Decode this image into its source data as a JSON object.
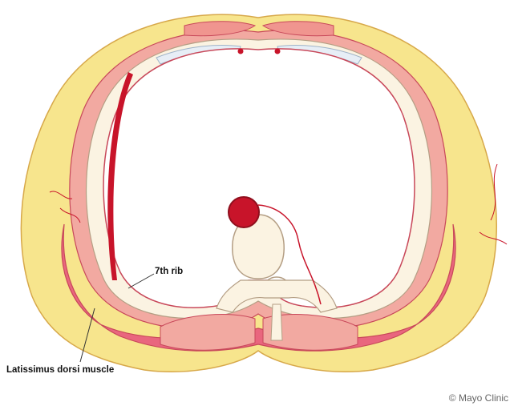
{
  "labels": {
    "rib": "7th rib",
    "muscle": "Latissimus dorsi muscle"
  },
  "credit": "© Mayo Clinic",
  "colors": {
    "fat": "#f7e58d",
    "fat_outline": "#d7a84a",
    "muscle_light": "#f2a9a1",
    "muscle_pink": "#e9667e",
    "muscle_outline": "#c8485a",
    "bone": "#fbf3e2",
    "bone_outline": "#b49e84",
    "cartilage": "#e7eef6",
    "artery": "#c8142a",
    "artery_dark": "#8f0f1d"
  }
}
